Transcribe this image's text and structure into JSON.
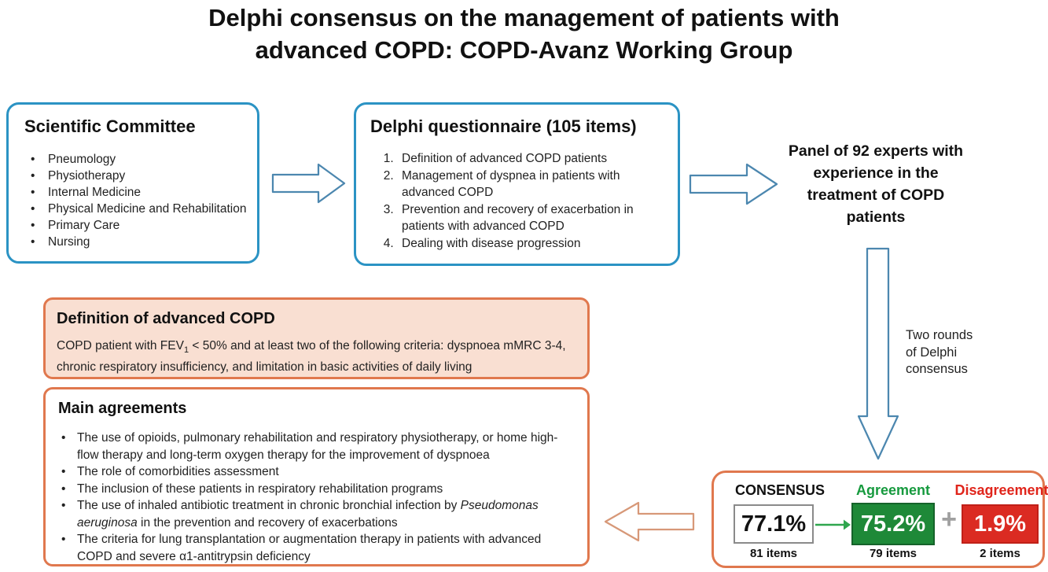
{
  "title": {
    "line1": "Delphi consensus on the management of patients with",
    "line2": "advanced COPD: COPD-Avanz Working Group"
  },
  "scientific_committee": {
    "heading": "Scientific Committee",
    "items": [
      "Pneumology",
      "Physiotherapy",
      "Internal Medicine",
      "Physical Medicine and Rehabilitation",
      "Primary Care",
      "Nursing"
    ]
  },
  "questionnaire": {
    "heading": "Delphi questionnaire (105 items)",
    "items": [
      "Definition of advanced COPD patients",
      "Management of dyspnea in patients with advanced COPD",
      "Prevention and recovery of exacerbation in patients with advanced COPD",
      "Dealing with disease progression"
    ]
  },
  "panel": {
    "text": "Panel of 92 experts with experience in the treatment of COPD patients"
  },
  "rounds_note": {
    "text": "Two rounds of Delphi consensus"
  },
  "definition": {
    "heading": "Definition of advanced COPD",
    "body_pre": "COPD patient with FEV",
    "body_sub": "1",
    "body_post": " < 50% and at least two of the following criteria: dyspnoea mMRC 3-4, chronic respiratory insufficiency, and limitation in basic activities of daily living"
  },
  "main_agreements": {
    "heading": "Main agreements",
    "items": [
      {
        "text": "The use of opioids, pulmonary rehabilitation and respiratory physiotherapy, or home high-flow therapy and long-term oxygen therapy for the improvement of dyspnoea"
      },
      {
        "text": "The role of comorbidities assessment"
      },
      {
        "text": "The inclusion of these patients in respiratory rehabilitation programs"
      },
      {
        "pre": "The use of inhaled antibiotic treatment in chronic bronchial infection by ",
        "italic": "Pseudomonas aeruginosa",
        "post": " in the prevention and recovery of exacerbations"
      },
      {
        "text": "The criteria for lung transplantation or augmentation therapy in patients with advanced COPD and severe α1-antitrypsin deficiency"
      }
    ]
  },
  "consensus": {
    "consensus_label": "CONSENSUS",
    "consensus_value": "77.1%",
    "consensus_items": "81 items",
    "agreement_label": "Agreement",
    "agreement_value": "75.2%",
    "agreement_items": "79 items",
    "plus": "+",
    "disagreement_label": "Disagreement",
    "disagreement_value": "1.9%",
    "disagreement_items": "2 items"
  },
  "colors": {
    "blue_border": "#2b93c4",
    "blue_arrow": "#4c87af",
    "orange_border": "#e0784e",
    "orange_arrow": "#d79878",
    "peach_fill": "#f9dfd2",
    "green_box": "#1e8938",
    "green_label": "#169a3e",
    "green_arrow": "#2fa64e",
    "red_box": "#db2b22",
    "red_label": "#e0251b",
    "plus_gray": "#a0a0a0",
    "value_box_border": "#8a8a8a"
  }
}
